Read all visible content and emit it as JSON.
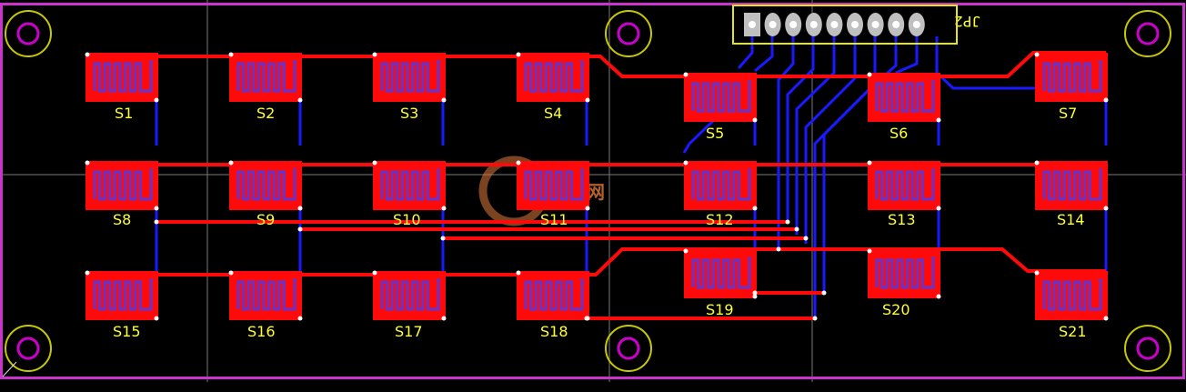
{
  "board": {
    "colors": {
      "background": "#000000",
      "outline": "#cc33cc",
      "top_copper": "#ff0a0a",
      "bottom_copper": "#1a1aff",
      "silkscreen": "#ffff33",
      "mount_hole": "#cc00cc",
      "grid": "#808080",
      "electrode_inner": "#6633cc"
    },
    "connector": {
      "label": "JP2",
      "pin_count": 9
    },
    "sensors": [
      {
        "label": "S1"
      },
      {
        "label": "S2"
      },
      {
        "label": "S3"
      },
      {
        "label": "S4"
      },
      {
        "label": "S5"
      },
      {
        "label": "S6"
      },
      {
        "label": "S7"
      },
      {
        "label": "S8"
      },
      {
        "label": "S9"
      },
      {
        "label": "S10"
      },
      {
        "label": "S11"
      },
      {
        "label": "S12"
      },
      {
        "label": "S13"
      },
      {
        "label": "S14"
      },
      {
        "label": "S15"
      },
      {
        "label": "S16"
      },
      {
        "label": "S17"
      },
      {
        "label": "S18"
      },
      {
        "label": "S19"
      },
      {
        "label": "S20"
      },
      {
        "label": "S21"
      }
    ],
    "mount_holes": [
      {
        "name": "top-left"
      },
      {
        "name": "top-middle"
      },
      {
        "name": "top-right"
      },
      {
        "name": "bottom-left"
      },
      {
        "name": "bottom-middle"
      },
      {
        "name": "bottom-right"
      }
    ],
    "watermark": {
      "text": "电源网",
      "icon": "power-logo-icon"
    }
  }
}
